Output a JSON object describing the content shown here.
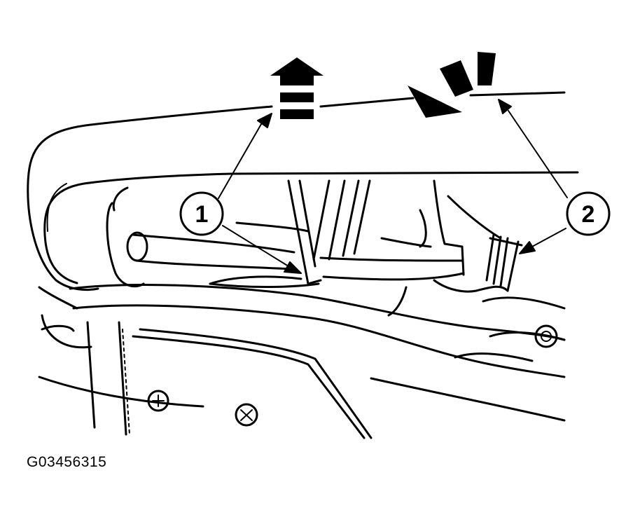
{
  "callouts": [
    {
      "label": "1"
    },
    {
      "label": "2"
    }
  ],
  "figure_id": "G03456315",
  "colors": {
    "ink": "#000000",
    "paper": "#ffffff"
  }
}
